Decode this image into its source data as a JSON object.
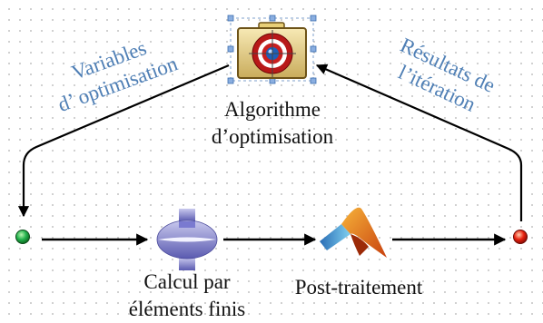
{
  "diagram": {
    "optimizer": {
      "line1": "Algorithme",
      "line2": "d’optimisation"
    },
    "fem": {
      "line1": "Calcul par",
      "line2": "éléments  finis"
    },
    "post": {
      "label": "Post-traitement"
    },
    "left_edge": {
      "line1": "Variables",
      "line2": "d’ optimisation"
    },
    "right_edge": {
      "line1": "Résultats de",
      "line2": "l’itération"
    }
  },
  "colors": {
    "edge_label": "#4f7fb5",
    "start_node": "#22b14c",
    "end_node": "#e8210f",
    "arrow": "#000000"
  },
  "icons": {
    "optimizer": "target-icon",
    "fem": "fem-solver-icon",
    "post": "matlab-logo-icon"
  }
}
